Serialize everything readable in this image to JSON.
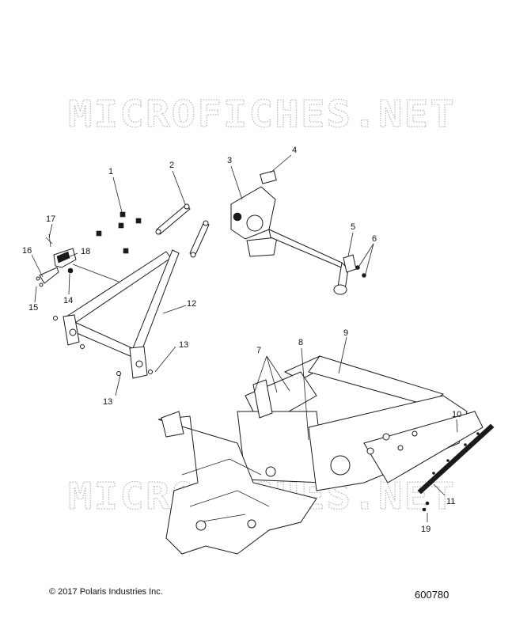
{
  "watermark": "MICROFICHES.NET",
  "callouts": [
    "1",
    "2",
    "3",
    "4",
    "5",
    "6",
    "7",
    "8",
    "9",
    "10",
    "11",
    "12",
    "13",
    "13",
    "14",
    "15",
    "16",
    "17",
    "18",
    "19"
  ],
  "footer": {
    "copyright": "© 2017 Polaris Industries Inc.",
    "figure_id": "600780"
  }
}
